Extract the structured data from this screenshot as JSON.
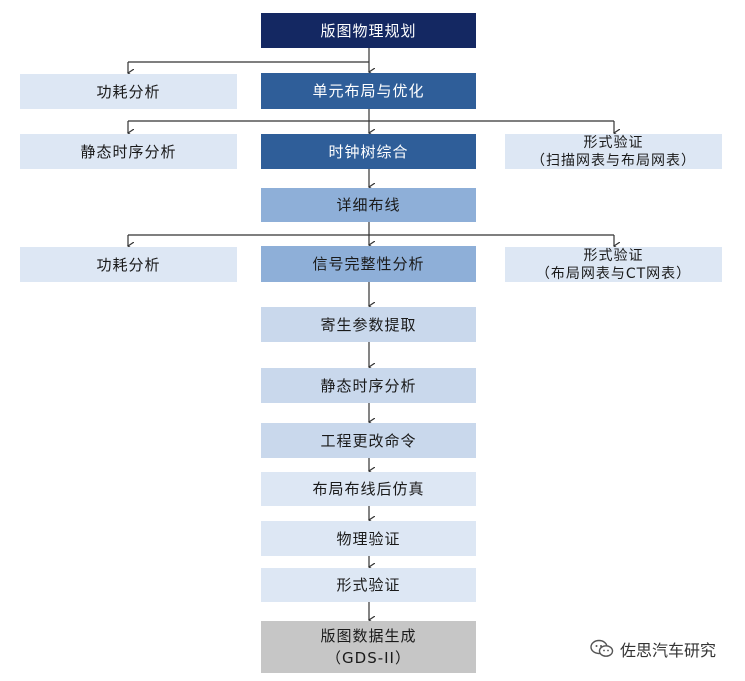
{
  "nodes": {
    "layout_planning": "版图物理规划",
    "power_analysis_1": "功耗分析",
    "cell_placement": "单元布局与优化",
    "static_timing_1": "静态时序分析",
    "clock_tree": "时钟树综合",
    "formal_verify_1_line1": "形式验证",
    "formal_verify_1_line2": "（扫描网表与布局网表）",
    "detailed_routing": "详细布线",
    "power_analysis_2": "功耗分析",
    "signal_integrity": "信号完整性分析",
    "formal_verify_2_line1": "形式验证",
    "formal_verify_2_line2": "（布局网表与CT网表）",
    "parasitic_extraction": "寄生参数提取",
    "static_timing_2": "静态时序分析",
    "eco": "工程更改命令",
    "post_layout_sim": "布局布线后仿真",
    "physical_verify": "物理验证",
    "formal_verify_3": "形式验证",
    "gds_line1": "版图数据生成",
    "gds_line2": "（GDS-II）"
  },
  "watermark": "佐思汽车研究",
  "colors": {
    "navy": "#142862",
    "mid_blue": "#2f5e99",
    "blue": "#8eafd8",
    "light_blue": "#dde7f4",
    "grey": "#c6c6c6"
  }
}
